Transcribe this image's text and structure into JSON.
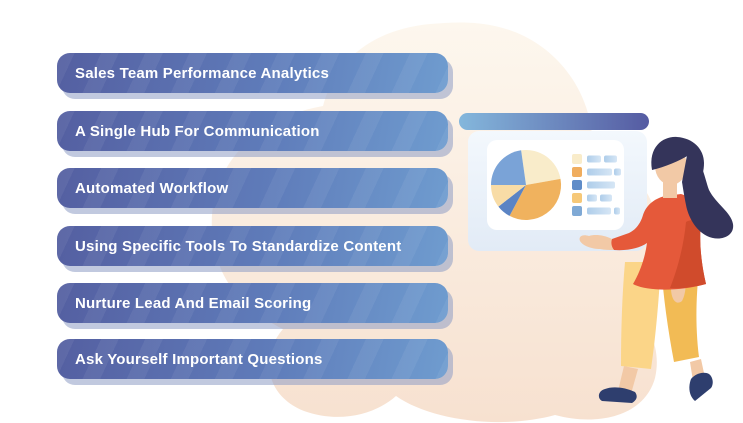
{
  "banners": [
    "Sales Team Performance Analytics",
    "A Single Hub For Communication",
    "Automated Workflow",
    "Using Specific Tools To Standardize Content",
    "Nurture Lead And Email Scoring",
    "Ask Yourself Important Questions"
  ],
  "colors": {
    "banner_gradient_start": "#545fa1",
    "banner_gradient_end": "#6f9ccf",
    "banner_shadow": "#8e9cc4",
    "banner_text": "#ffffff",
    "blob_top": "#fdf7ee",
    "blob_bottom": "#f7e1d0",
    "board_bar_start": "#84b7dc",
    "board_bar_end": "#555ba2",
    "board_panel": "#ecf3fa",
    "board_inner": "#ffffff",
    "legend_bar": "#b5d2ec"
  },
  "illustration": {
    "name": "woman-presenting-analytics-board",
    "board": {
      "pie_slices": [
        {
          "name": "cream",
          "color": "#f9ecca",
          "percent": 24
        },
        {
          "name": "orange",
          "color": "#f0b25e",
          "percent": 36
        },
        {
          "name": "dark-blue",
          "color": "#5b84c4",
          "percent": 7
        },
        {
          "name": "light-amber",
          "color": "#f8dca6",
          "percent": 10
        },
        {
          "name": "blue",
          "color": "#7aa3d7",
          "percent": 23
        }
      ],
      "legend_chips": [
        "#f9ecca",
        "#f0ad5e",
        "#5f8cc8",
        "#f6c878",
        "#7fa9d5"
      ]
    },
    "woman": {
      "hair": "#34345a",
      "skin": "#f2c9a6",
      "top": "#e5593a",
      "top_shade": "#d04b2c",
      "pants_front": "#fbd588",
      "pants_back": "#f2bb55",
      "shoes": "#2e3e6e"
    }
  }
}
